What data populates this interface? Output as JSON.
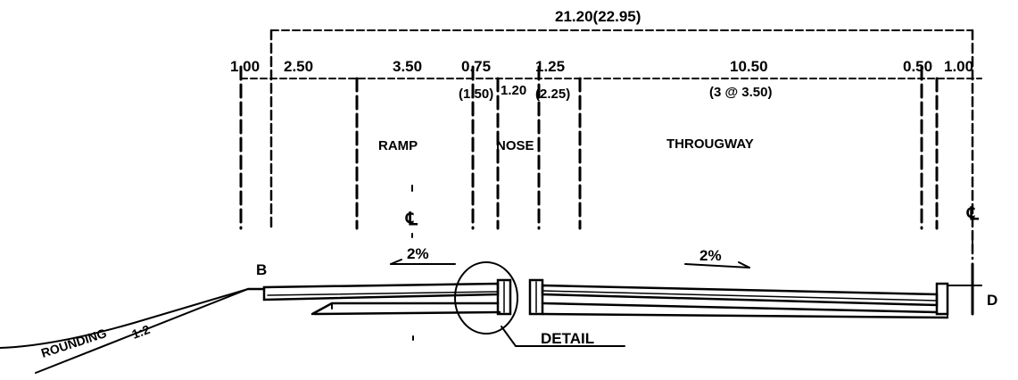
{
  "overall_dimension": "21.20(22.95)",
  "lane_dimensions": {
    "d1": "1.00",
    "d2": "2.50",
    "d3": "3.50",
    "d4": "0.75",
    "d5": "1.25",
    "d6": "10.50",
    "d7": "0.50",
    "d8": "1.00"
  },
  "sub_dimensions": {
    "s1": "(1.50)",
    "s2": "1.20",
    "s3": "(2.25)",
    "s4": "(3 @ 3.50)"
  },
  "zone_labels": {
    "ramp": "RAMP",
    "nose": "NOSE",
    "throughway": "THROUGWAY"
  },
  "centerline_symbol": "℄",
  "slopes": {
    "left": "2%",
    "right": "2%"
  },
  "rounding_label": "ROUNDING",
  "side_slope": "1:2",
  "detail_label": "DETAIL",
  "marker_left": "B",
  "marker_right": "D"
}
